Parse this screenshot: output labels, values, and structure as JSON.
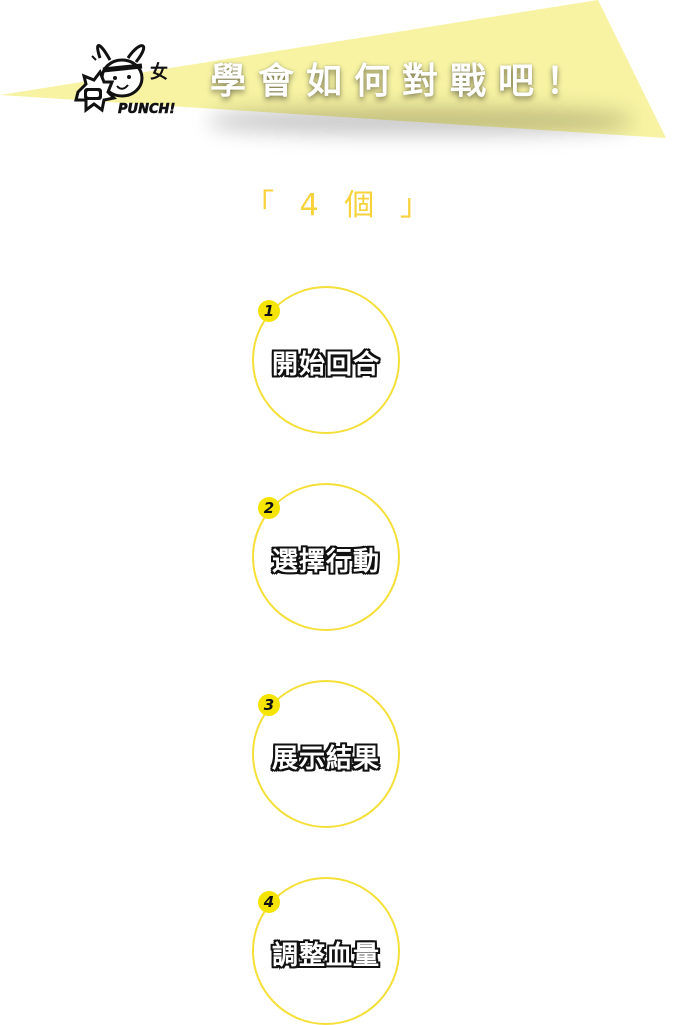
{
  "header": {
    "title": "學會如何對戰吧！",
    "mascot_text": "PUNCH!",
    "mascot_char": "女"
  },
  "count_label": "「 4 個 」",
  "colors": {
    "accent_yellow": "#f5e400",
    "ring_yellow": "#f5df39",
    "count_text": "#f7d23b",
    "banner_yellow": "#f7f3a3"
  },
  "steps": [
    {
      "number": "1",
      "label": "開始回合"
    },
    {
      "number": "2",
      "label": "選擇行動"
    },
    {
      "number": "3",
      "label": "展示結果"
    },
    {
      "number": "4",
      "label": "調整血量"
    }
  ]
}
